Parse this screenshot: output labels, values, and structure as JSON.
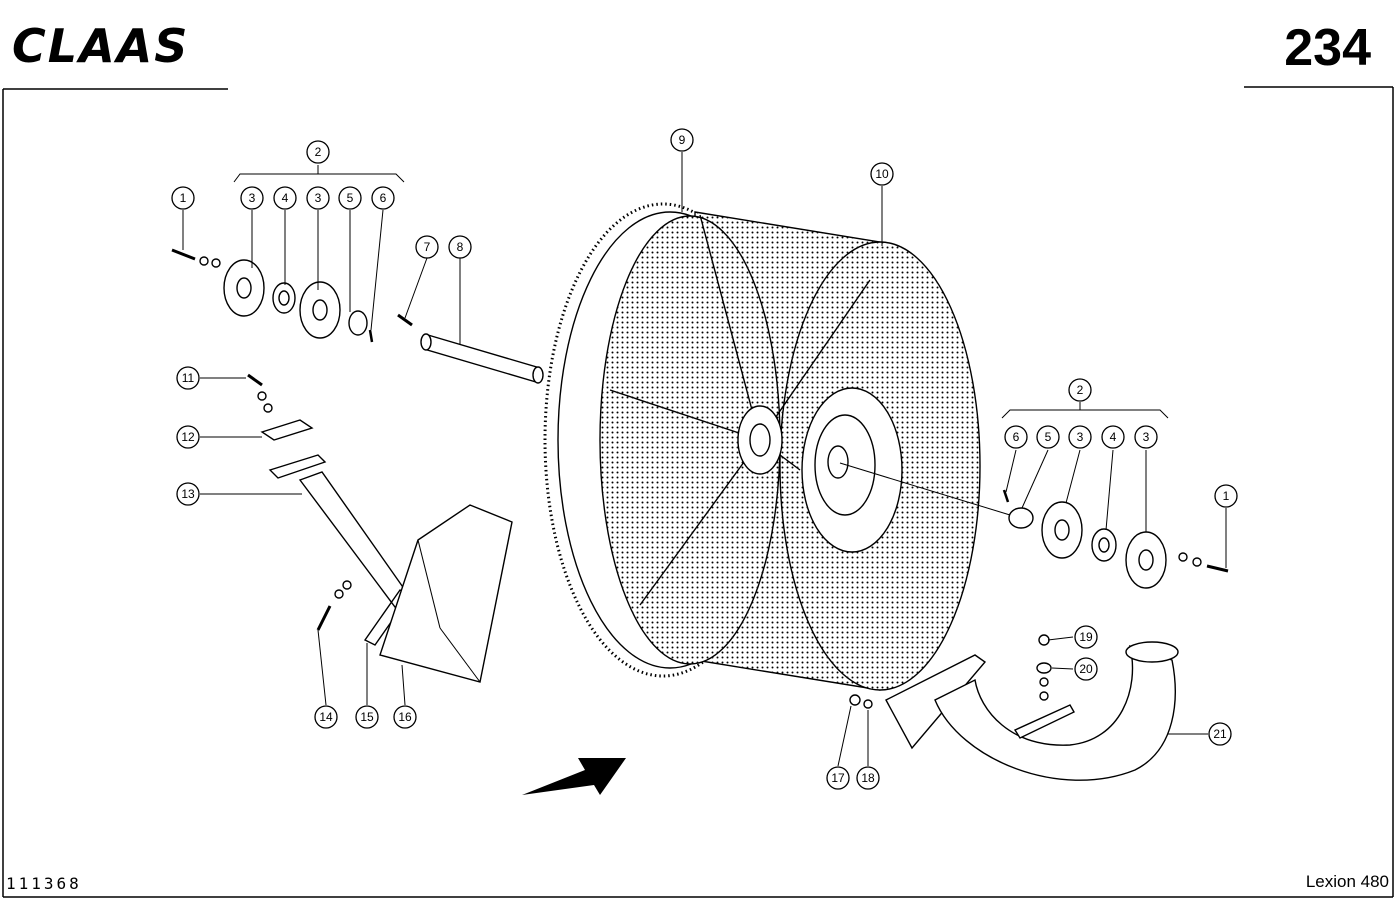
{
  "header": {
    "brand": "CLAAS",
    "page_number": "234"
  },
  "footer": {
    "doc_code": "111368",
    "model": "Lexion 480"
  },
  "callouts": {
    "c1_left": "1",
    "c2_left": "2",
    "c3a_left": "3",
    "c4_left": "4",
    "c3b_left": "3",
    "c5_left": "5",
    "c6_left": "6",
    "c7": "7",
    "c8": "8",
    "c9": "9",
    "c10": "10",
    "c11": "11",
    "c12": "12",
    "c13": "13",
    "c14": "14",
    "c15": "15",
    "c16": "16",
    "c2_right": "2",
    "c6_right": "6",
    "c5_right": "5",
    "c3a_right": "3",
    "c4_right": "4",
    "c3b_right": "3",
    "c1_right": "1",
    "c17": "17",
    "c18": "18",
    "c19": "19",
    "c20": "20",
    "c21": "21"
  }
}
